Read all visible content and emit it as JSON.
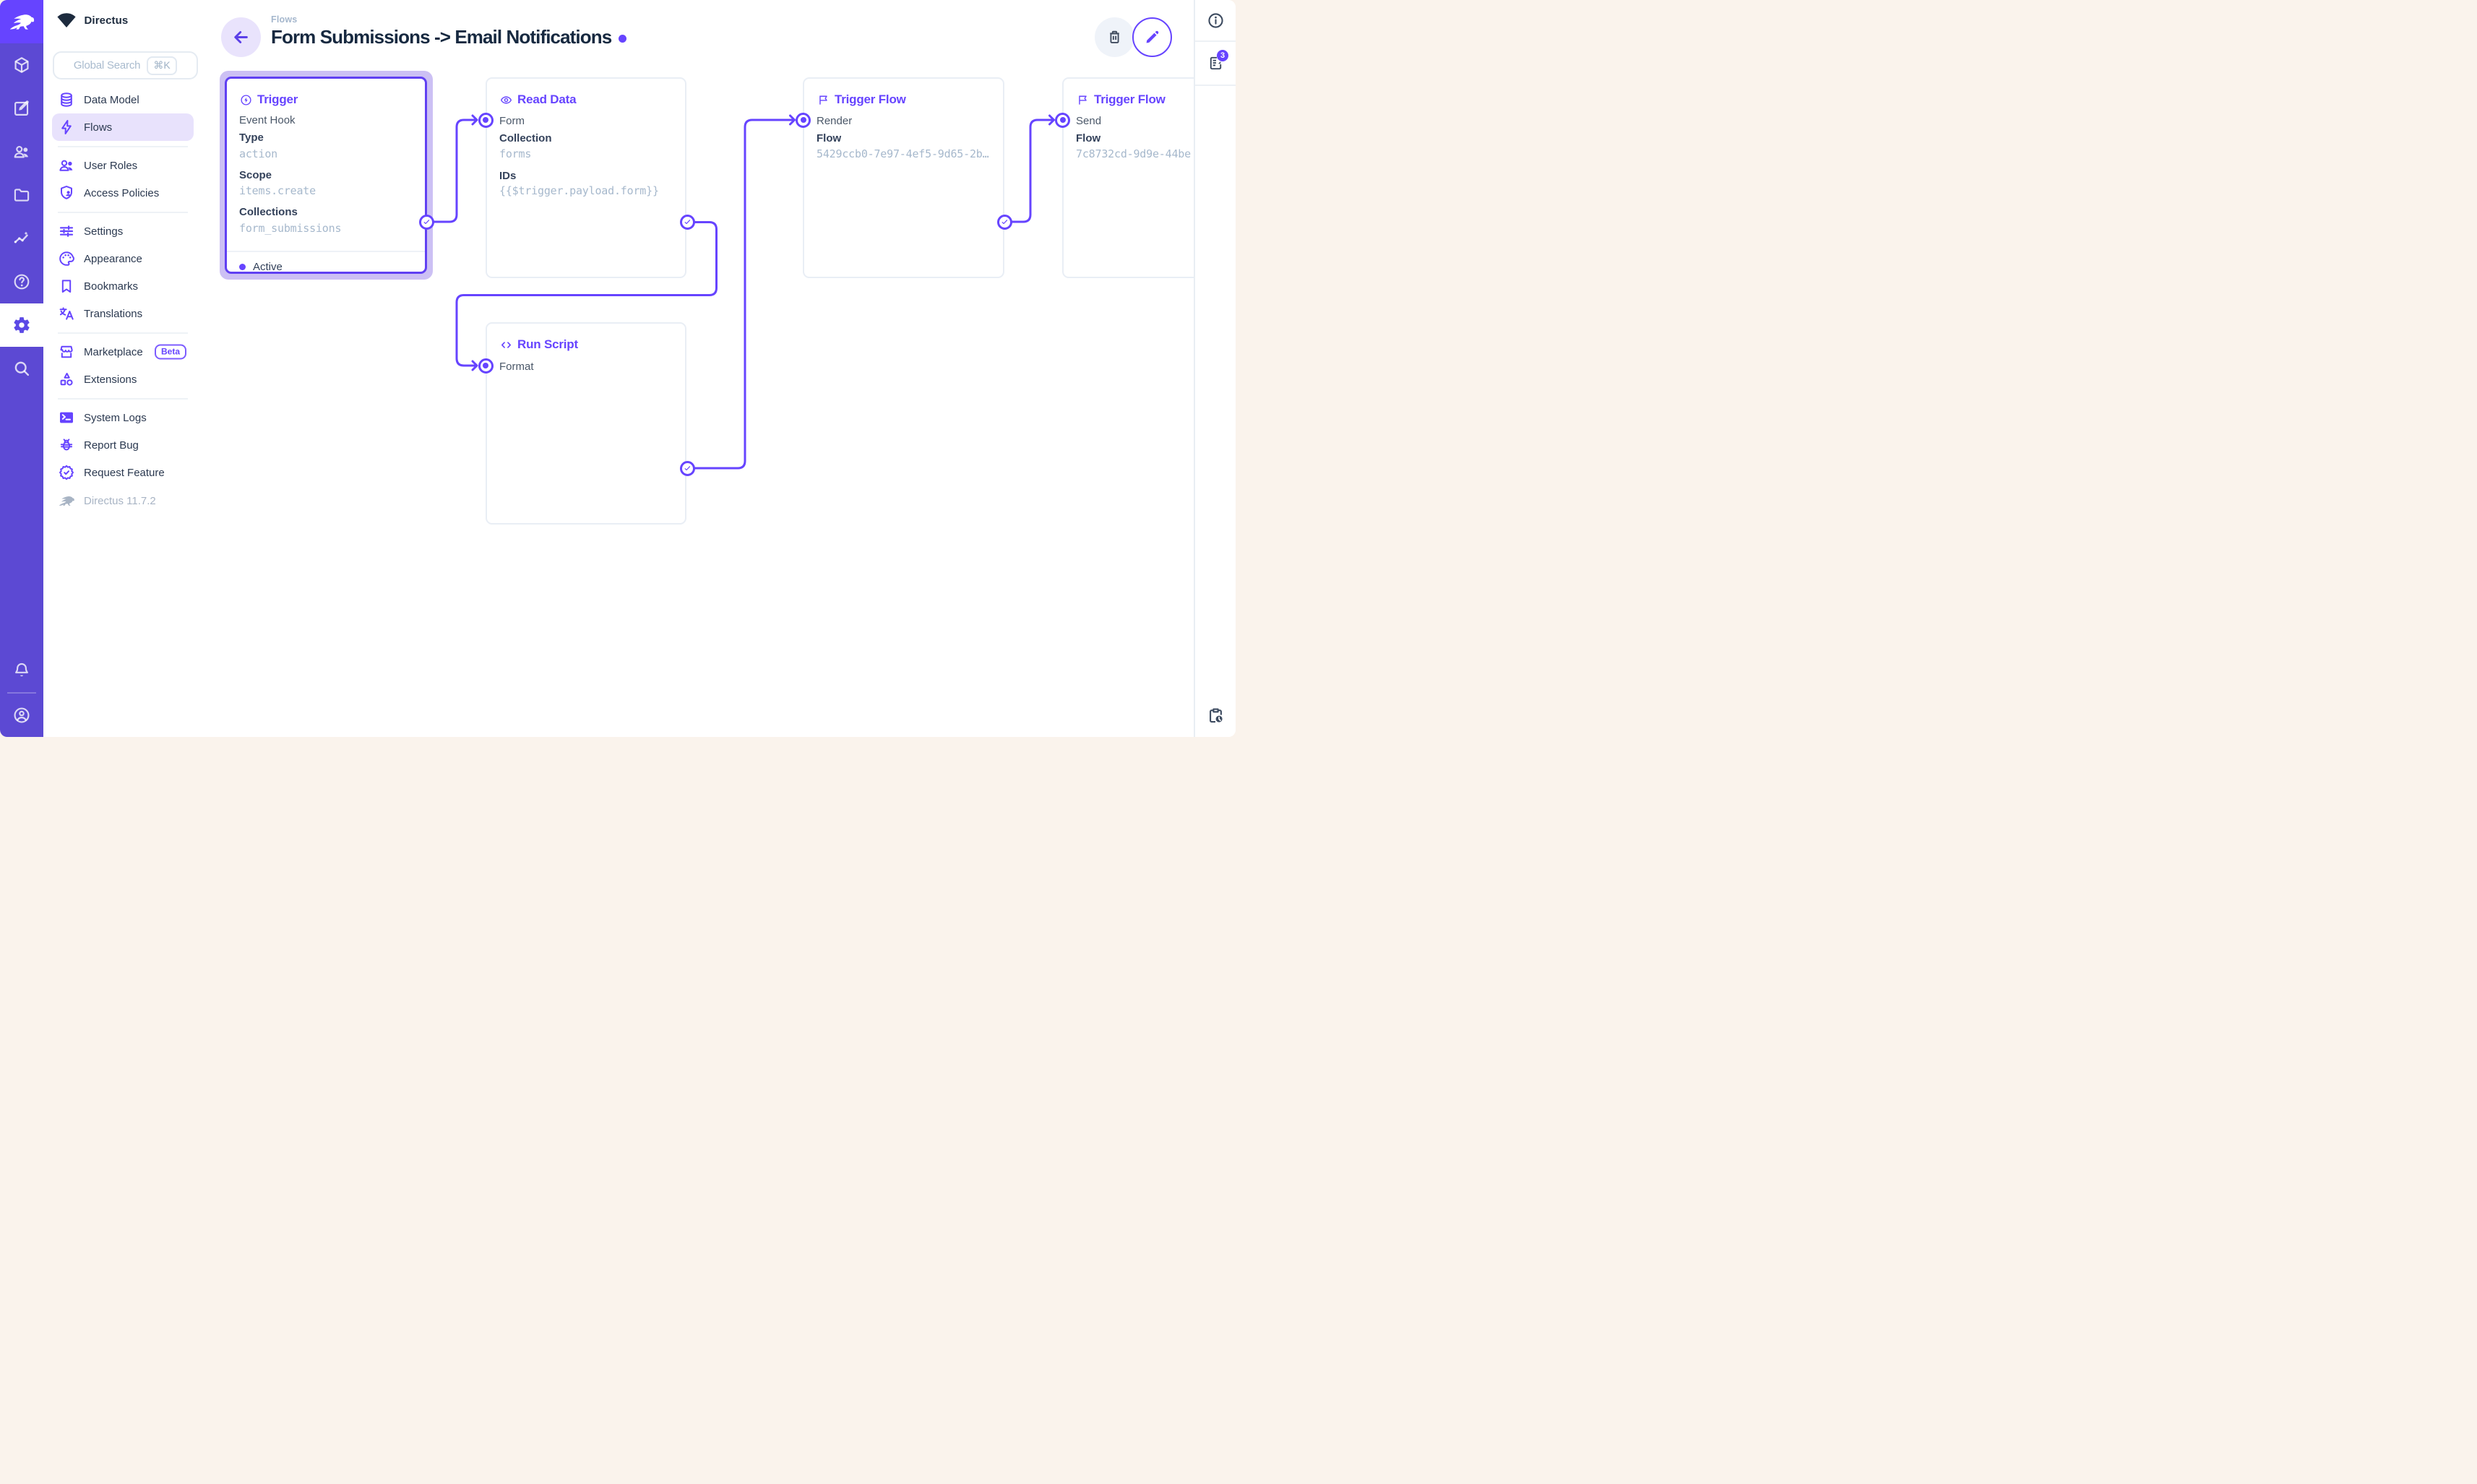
{
  "accent_color": "#6644FF",
  "module_bar": {
    "logo_icon": "directus-rabbit-icon",
    "modules": [
      {
        "icon": "box-icon"
      },
      {
        "icon": "edit-square-icon"
      },
      {
        "icon": "users-icon"
      },
      {
        "icon": "folder-icon"
      },
      {
        "icon": "insights-chart-icon"
      },
      {
        "icon": "help-icon"
      },
      {
        "icon": "gear-icon",
        "active": true
      },
      {
        "icon": "search-icon"
      }
    ],
    "bottom": [
      {
        "icon": "bell-icon"
      },
      {
        "icon": "avatar-icon"
      }
    ]
  },
  "sidebar": {
    "project_name": "Directus",
    "project_icon": "fan-wedge-icon",
    "search": {
      "placeholder": "Global Search",
      "shortcut": "⌘K"
    },
    "sections": [
      {
        "items": [
          {
            "label": "Data Model",
            "icon": "database-icon"
          },
          {
            "label": "Flows",
            "icon": "bolt-icon",
            "active": true
          }
        ]
      },
      {
        "items": [
          {
            "label": "User Roles",
            "icon": "people-icon"
          },
          {
            "label": "Access Policies",
            "icon": "shield-person-icon"
          }
        ]
      },
      {
        "items": [
          {
            "label": "Settings",
            "icon": "tune-icon"
          },
          {
            "label": "Appearance",
            "icon": "palette-icon"
          },
          {
            "label": "Bookmarks",
            "icon": "bookmark-icon"
          },
          {
            "label": "Translations",
            "icon": "translate-icon"
          }
        ]
      },
      {
        "items": [
          {
            "label": "Marketplace",
            "icon": "storefront-icon",
            "badge": "Beta"
          },
          {
            "label": "Extensions",
            "icon": "shapes-icon"
          }
        ]
      },
      {
        "items": [
          {
            "label": "System Logs",
            "icon": "terminal-icon"
          },
          {
            "label": "Report Bug",
            "icon": "bug-icon"
          },
          {
            "label": "Request Feature",
            "icon": "feature-badge-icon"
          }
        ]
      }
    ],
    "version": "Directus 11.7.2"
  },
  "header": {
    "breadcrumb": "Flows",
    "title": "Form Submissions -> Email Notifications",
    "back_icon": "arrow-left-icon",
    "delete_icon": "trash-icon",
    "edit_icon": "pencil-icon"
  },
  "flow": {
    "panels": [
      {
        "id": "trigger",
        "icon": "bolt-circle-icon",
        "title": "Trigger",
        "selected": true,
        "rows": [
          {
            "kind": "plain",
            "text": "Event Hook"
          },
          {
            "kind": "label",
            "text": "Type"
          },
          {
            "kind": "mono",
            "text": "action"
          },
          {
            "kind": "label",
            "text": "Scope"
          },
          {
            "kind": "mono",
            "text": "items.create"
          },
          {
            "kind": "label",
            "text": "Collections"
          },
          {
            "kind": "mono",
            "text": "form_submissions"
          }
        ],
        "status": "Active"
      },
      {
        "id": "read_data",
        "icon": "eye-icon",
        "title": "Read Data",
        "input_label": "Form",
        "rows": [
          {
            "kind": "label",
            "text": "Collection"
          },
          {
            "kind": "mono",
            "text": "forms"
          },
          {
            "kind": "label",
            "text": "IDs"
          },
          {
            "kind": "mono",
            "text": "{{$trigger.payload.form}}"
          }
        ]
      },
      {
        "id": "run_script",
        "icon": "code-icon",
        "title": "Run Script",
        "input_label": "Format",
        "rows": []
      },
      {
        "id": "trigger_flow_1",
        "icon": "flag-icon",
        "title": "Trigger Flow",
        "input_label": "Render",
        "rows": [
          {
            "kind": "label",
            "text": "Flow"
          },
          {
            "kind": "mono",
            "text": "5429ccb0-7e97-4ef5-9d65-2b…"
          }
        ]
      },
      {
        "id": "trigger_flow_2",
        "icon": "flag-icon",
        "title": "Trigger Flow",
        "input_label": "Send",
        "rows": [
          {
            "kind": "label",
            "text": "Flow"
          },
          {
            "kind": "mono",
            "text": "7c8732cd-9d9e-44be"
          }
        ]
      }
    ]
  },
  "right_sidebar": {
    "items": [
      {
        "icon": "info-icon"
      },
      {
        "icon": "activity-notes-icon",
        "badge": "3"
      }
    ],
    "bottom_icon": "clipboard-clock-icon"
  }
}
